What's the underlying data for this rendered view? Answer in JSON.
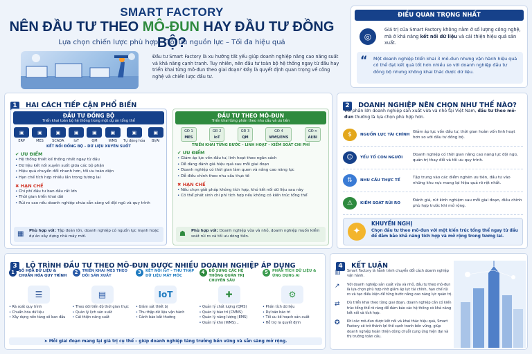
{
  "header": {
    "line1": "SMART FACTORY",
    "line2_a": "NÊN ĐẦU TƯ THEO ",
    "line2_b": "MÔ-ĐUN",
    "line2_c": " HAY ĐẦU TƯ ĐỒNG BỘ?",
    "subtitle": "Lựa chọn chiến lược phù hợp – Tối ưu nguồn lực – Tối đa hiệu quả",
    "intro": "Đầu tư Smart Factory là xu hướng tất yếu giúp doanh nghiệp nâng cao năng suất và khả năng cạnh tranh. Tuy nhiên, nên đầu tư toàn bộ hệ thống ngay từ đầu hay triển khai từng mô-đun theo giai đoạn? Đây là quyết định quan trọng về công nghệ và chiến lược đầu tư."
  },
  "important": {
    "title": "ĐIỀU QUAN TRỌNG NHẤT",
    "p1_a": "Giá trị của Smart Factory không nằm ở số lượng công nghệ, mà ở khả năng ",
    "p1_b": "kết nối dữ liệu",
    "p1_c": " và cải thiện hiệu quả sản xuất.",
    "quote": "Một doanh nghiệp triển khai 3 mô-đun nhưng vận hành hiệu quả có thể đạt kết quả tốt hơn nhiều so với doanh nghiệp đầu tư đồng bộ nhưng không khai thác được dữ liệu."
  },
  "s1": {
    "num": "1",
    "title": "HAI CÁCH TIẾP CẬN PHỔ BIẾN",
    "sync": {
      "title": "ĐẦU TƯ ĐỒNG BỘ",
      "sub": "Triển khai toàn bộ hệ thống trong một dự án tổng thể",
      "icons": [
        "ERP",
        "MES",
        "SCADA",
        "IoT",
        "QM",
        "WMS",
        "Tự động hóa",
        "BI/AI"
      ],
      "link": "KẾT NỐI ĐỒNG BỘ – DỮ LIỆU XUYÊN SUỐT",
      "pros_title": "ƯU ĐIỂM",
      "pros": [
        "Hệ thống thiết kế thống nhất ngay từ đầu",
        "Dữ liệu kết nối xuyên suốt giữa các bộ phận",
        "Hiệu quả chuyển đổi nhanh hơn, tối ưu toàn diện",
        "Hạn chế tích hợp nhiều lần trong tương lai"
      ],
      "cons_title": "HẠN CHẾ",
      "cons": [
        "Chi phí đầu tư ban đầu rất lớn",
        "Thời gian triển khai dài",
        "Rủi ro cao nếu doanh nghiệp chưa sẵn sàng về đội ngũ và quy trình"
      ],
      "fit_a": "Phù hợp với: ",
      "fit_b": "Tập đoàn lớn, doanh nghiệp có nguồn lực mạnh hoặc dự án xây dựng nhà máy mới."
    },
    "modular": {
      "title": "ĐẦU TƯ THEO MÔ-ĐUN",
      "sub": "Triển khai từng phần theo nhu cầu và ưu tiên",
      "stages": [
        {
          "g": "GĐ 1",
          "n": "MES"
        },
        {
          "g": "GĐ 2",
          "n": "IoT"
        },
        {
          "g": "GĐ 3",
          "n": "QM"
        },
        {
          "g": "GĐ 4",
          "n": "WMS/EMS"
        },
        {
          "g": "GĐ n",
          "n": "AI/BI"
        }
      ],
      "link": "TRIỂN KHAI TỪNG BƯỚC – LINH HOẠT – KIỂM SOÁT CHI PHÍ",
      "pros_title": "ƯU ĐIỂM",
      "pros": [
        "Giảm áp lực vốn đầu tư, linh hoạt theo ngân sách",
        "Dễ dàng đánh giá hiệu quả sau mỗi giai đoạn",
        "Doanh nghiệp có thời gian làm quen và nâng cao năng lực",
        "Dễ điều chỉnh theo nhu cầu thực tế"
      ],
      "cons_title": "HẠN CHẾ",
      "cons": [
        "Nếu chọn giải pháp không tích hợp, khó kết nối dữ liệu sau này",
        "Có thể phát sinh chi phí tích hợp nếu không có kiến trúc tổng thể"
      ],
      "fit_a": "Phù hợp với: ",
      "fit_b": "Doanh nghiệp vừa và nhỏ, doanh nghiệp muốn kiểm soát rủi ro và tối ưu dòng tiền."
    }
  },
  "s2": {
    "num": "2",
    "title": "DOANH NGHIỆP NÊN CHỌN NHƯ THẾ NÀO?",
    "intro_a": "Với phần lớn doanh nghiệp sản xuất vừa và nhỏ tại Việt Nam, ",
    "intro_b": "đầu tư theo mô-đun",
    "intro_c": " thường là lựa chọn phù hợp hơn.",
    "rows": [
      {
        "k": "NGUỒN LỰC TÀI CHÍNH",
        "v": "Giảm áp lực vốn đầu tư, thời gian hoàn vốn linh hoạt hơn so với đầu tư đồng bộ."
      },
      {
        "k": "YẾU TỐ CON NGƯỜI",
        "v": "Doanh nghiệp có thời gian nâng cao năng lực đội ngũ, quản trị thay đổi và tối ưu quy trình."
      },
      {
        "k": "NHU CẦU THỰC TẾ",
        "v": "Tập trung vào các điểm nghẽn ưu tiên, đầu tư vào những khu vực mang lại hiệu quả rõ rệt nhất."
      },
      {
        "k": "KIỂM SOÁT RỦI RO",
        "v": "Đánh giá, rút kinh nghiệm sau mỗi giai đoạn, điều chỉnh phù hợp trước khi mở rộng."
      }
    ],
    "rec_title": "KHUYẾN NGHỊ",
    "rec": "Chọn đầu tư theo mô-đun với một kiến trúc tổng thể ngay từ đầu để đảm bảo khả năng tích hợp và mở rộng trong tương lai."
  },
  "s3": {
    "num": "3",
    "title": "LỘ TRÌNH ĐẦU TƯ THEO MÔ-ĐUN ĐƯỢC NHIỀU DOANH NGHIỆP ÁP DỤNG",
    "steps": [
      {
        "n": "1",
        "t": "SỐ HÓA DỮ LIỆU & CHUẨN HÓA QUY TRÌNH",
        "items": [
          "Rà soát quy trình",
          "Chuẩn hóa dữ liệu",
          "Xây dựng nền tảng số ban đầu"
        ]
      },
      {
        "n": "2",
        "t": "TRIỂN KHAI MES THEO DÕI SẢN XUẤT",
        "items": [
          "Theo dõi tiến độ thời gian thực",
          "Quản lý lịch sản xuất",
          "Cải thiện năng suất"
        ]
      },
      {
        "n": "3",
        "t": "KẾT NỐI IoT – THU THẬP DỮ LIỆU MÁY MÓC",
        "items": [
          "Giám sát thiết bị",
          "Thu thập dữ liệu vận hành",
          "Cảnh báo bất thường"
        ]
      },
      {
        "n": "4",
        "t": "BỔ SUNG CÁC HỆ THỐNG QUẢN TRỊ CHUYÊN SÂU",
        "items": [
          "Quản lý chất lượng (QMS)",
          "Quản lý bảo trì (CMMS)",
          "Quản lý năng lượng (EMS)",
          "Quản lý kho (WMS)..."
        ]
      },
      {
        "n": "5",
        "t": "PHÂN TÍCH DỮ LIỆU & ỨNG DỤNG AI",
        "items": [
          "Phân tích dữ liệu",
          "Dự báo bảo trì",
          "Tối ưu kế hoạch sản xuất",
          "Hỗ trợ ra quyết định"
        ]
      }
    ],
    "footer": "Mỗi giai đoạn mang lại giá trị cụ thể – giúp doanh nghiệp tăng trưởng bền vững và sẵn sàng mở rộng."
  },
  "s4": {
    "num": "4",
    "title": "KẾT LUẬN",
    "items": [
      "Smart Factory là hành trình chuyển đổi cách doanh nghiệp vận hành.",
      "Với doanh nghiệp sản xuất vừa và nhỏ, đầu tư theo mô-đun là lựa chọn phù hợp nhờ giảm áp lực tài chính, hạn chế rủi ro và tạo điều kiện để từng bước nâng cao năng lực quản trị.",
      "Dù triển khai theo từng giai đoạn, doanh nghiệp cần có kiến trúc tổng thể rõ ràng để đảm bảo các hệ thống có khả năng kết nối và tích hợp.",
      "Khi các mô-đun được kết nối và khai thác hiệu quả, Smart Factory sẽ trở thành lợi thế cạnh tranh bền vững, giúp doanh nghiệp hoàn thiện dòng chuỗi cung ứng hiện đại và thị trường toàn cầu."
    ]
  },
  "colors": {
    "navy": "#16418a",
    "green": "#2e8a3e",
    "red": "#d23b2e"
  }
}
